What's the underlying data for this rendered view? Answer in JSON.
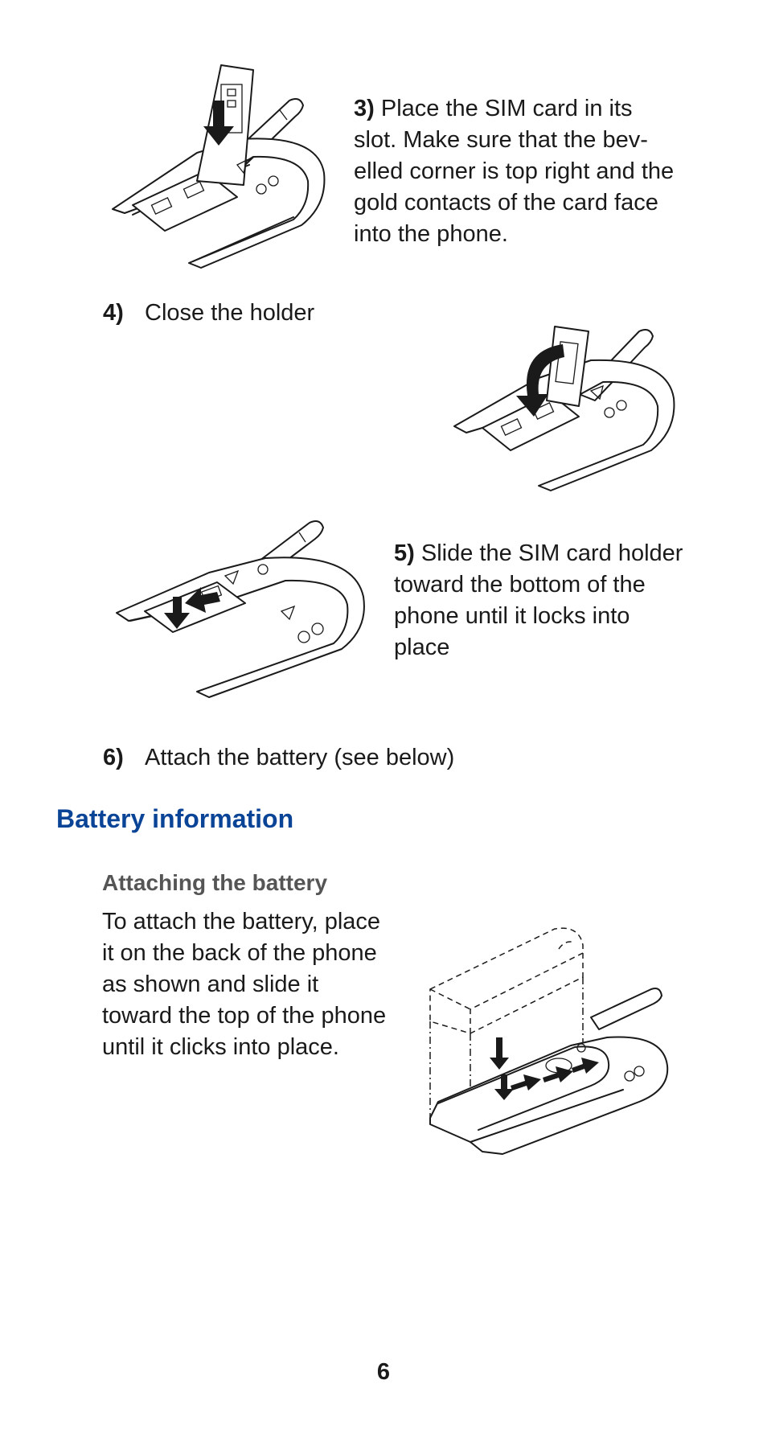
{
  "steps": {
    "step3": {
      "num": "3)",
      "text": " Place the SIM card in its slot. Make sure that the bev-elled corner is top right and the gold contacts of the card face into the phone."
    },
    "step4": {
      "num": "4)",
      "text": "Close the holder"
    },
    "step5": {
      "num": "5)",
      "text": " Slide the SIM card holder toward the bottom of the phone until it locks into place"
    },
    "step6": {
      "num": "6)",
      "text": "Attach the battery (see below)"
    }
  },
  "section": {
    "title": "Battery information",
    "subtitle": "Attaching the battery",
    "body": "To attach the battery, place it on the back of the phone as shown and slide it toward the top of the phone until it clicks into place."
  },
  "page_number": "6",
  "colors": {
    "heading_blue": "#0a4496",
    "subheading_gray": "#555555",
    "text": "#1a1a1a"
  },
  "figures": {
    "fig1": "phone-sim-insert-illustration",
    "fig2": "phone-sim-holder-close-illustration",
    "fig3": "phone-sim-holder-slide-illustration",
    "fig4": "phone-battery-attach-illustration"
  }
}
